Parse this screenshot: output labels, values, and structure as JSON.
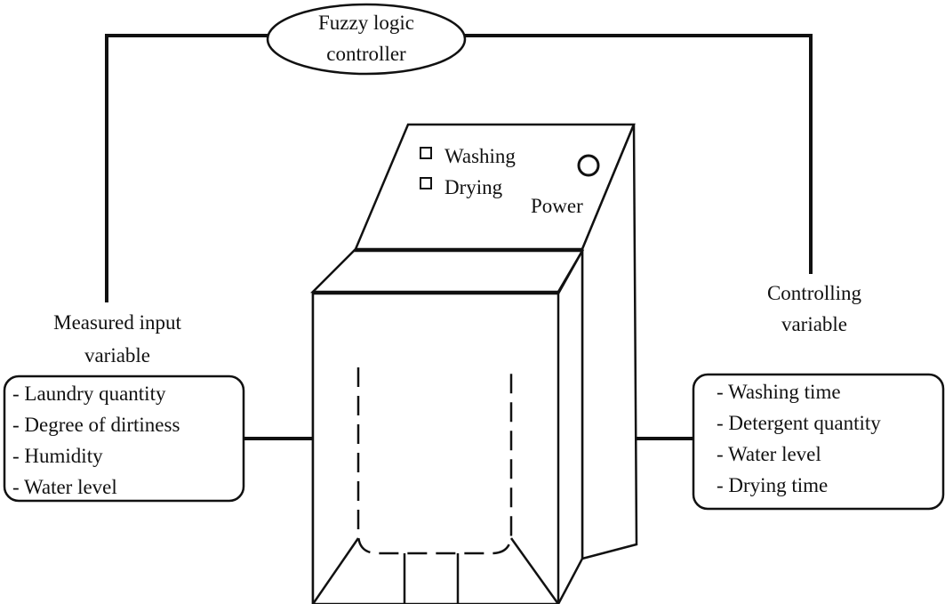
{
  "controller": {
    "line1": "Fuzzy logic",
    "line2": "controller"
  },
  "input": {
    "title_line1": "Measured input",
    "title_line2": "variable",
    "items": [
      "- Laundry quantity",
      "- Degree of dirtiness",
      "- Humidity",
      "- Water level"
    ]
  },
  "output": {
    "title_line1": "Controlling",
    "title_line2": "variable",
    "items": [
      "- Washing time",
      "- Detergent quantity",
      "- Water level",
      "- Drying time"
    ]
  },
  "machine": {
    "washing_label": "Washing",
    "drying_label": "Drying",
    "power_label": "Power"
  }
}
